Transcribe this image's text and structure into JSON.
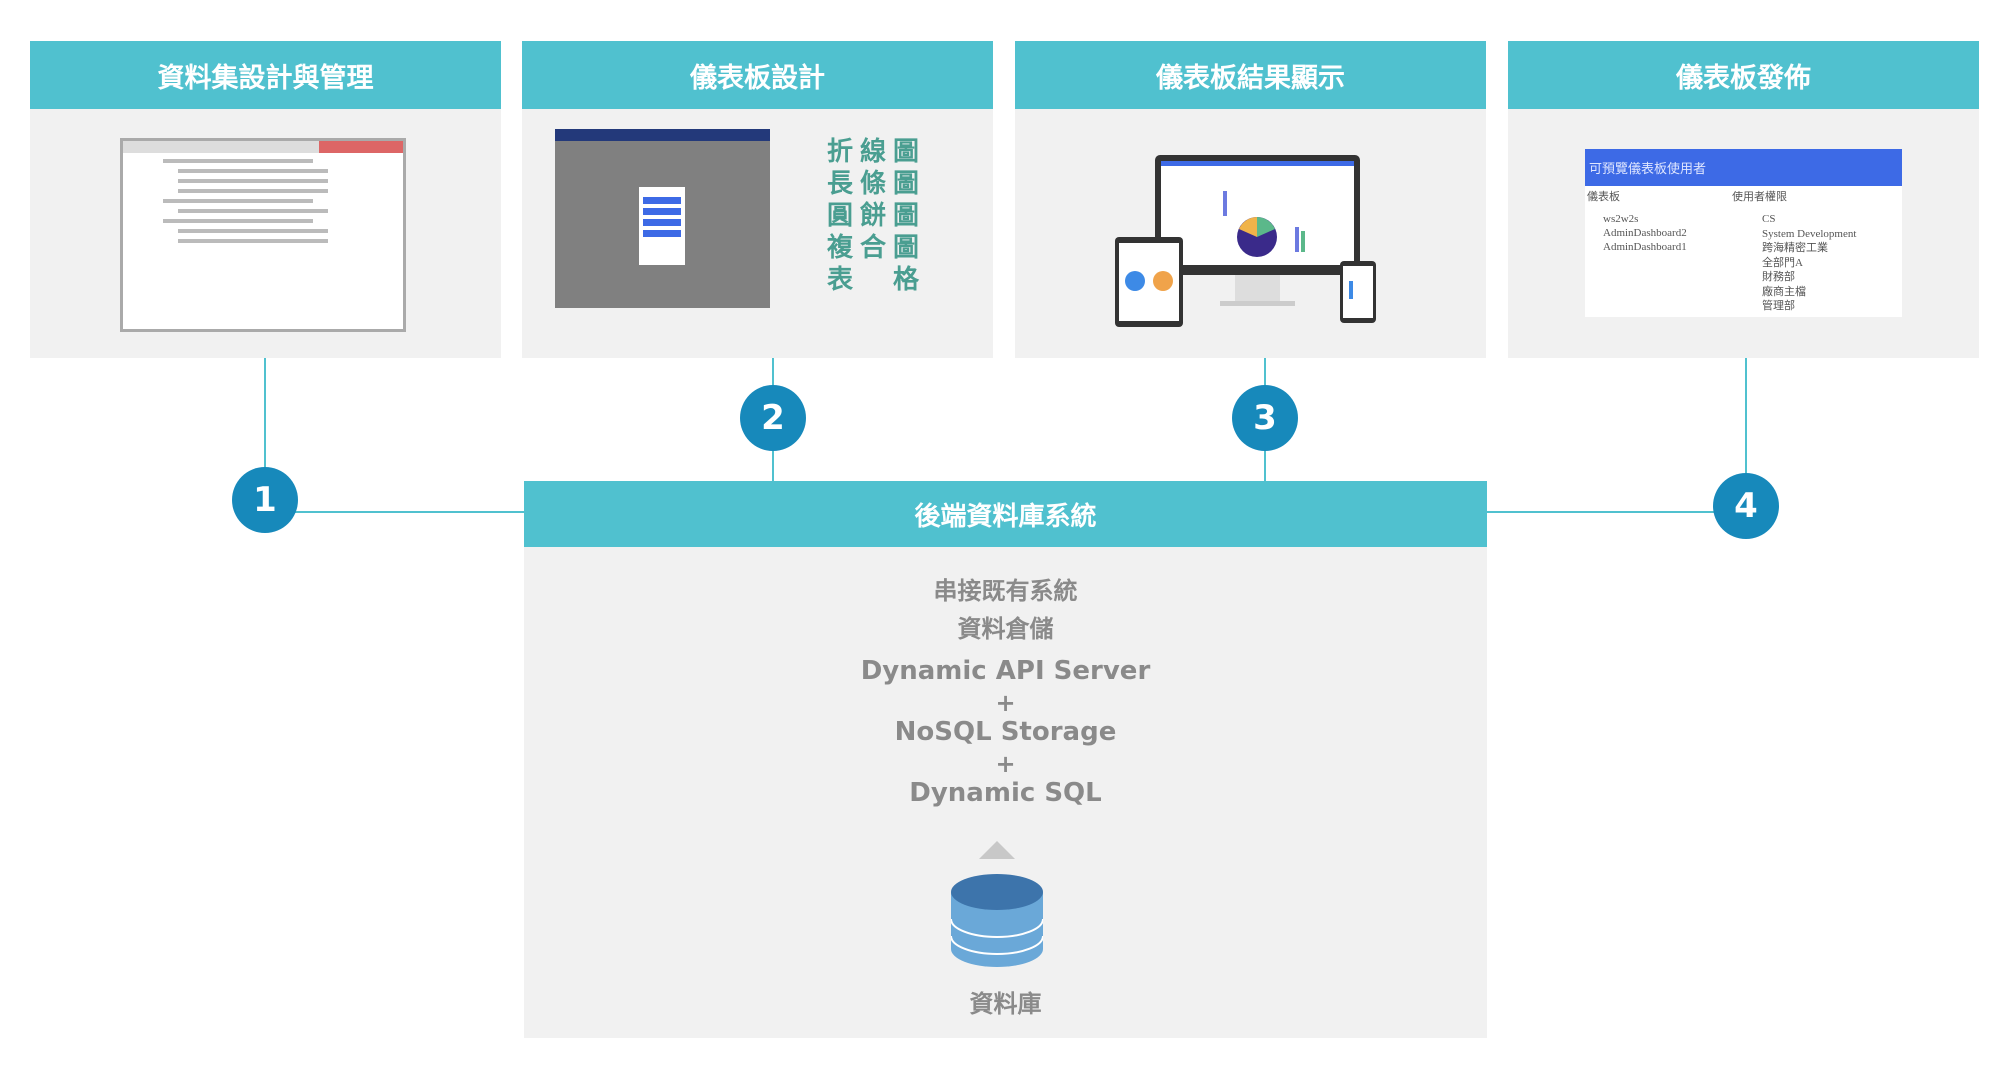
{
  "panels": [
    {
      "num": "1",
      "title": "資料集設計與管理"
    },
    {
      "num": "2",
      "title": "儀表板設計",
      "chart_types": [
        [
          "折",
          "線",
          "圖"
        ],
        [
          "長",
          "條",
          "圖"
        ],
        [
          "圓",
          "餅",
          "圖"
        ],
        [
          "複",
          "合",
          "圖"
        ],
        [
          "表",
          "",
          "格"
        ]
      ]
    },
    {
      "num": "3",
      "title": "儀表板結果顯示"
    },
    {
      "num": "4",
      "title": "儀表板發佈",
      "preview": {
        "header": "可預覽儀表板使用者",
        "col1": "儀表板",
        "col2": "使用者權限",
        "dashboards": [
          "ws2w2s",
          "AdminDashboard2",
          "AdminDashboard1"
        ],
        "groups": [
          "CS",
          "System Development",
          "跨海精密工業",
          "全部門A",
          "財務部",
          "廠商主檔",
          "管理部"
        ]
      }
    }
  ],
  "backend": {
    "title": "後端資料庫系統",
    "lines": [
      "串接既有系統",
      "資料倉儲"
    ],
    "stack": [
      "Dynamic API Server",
      "+",
      "NoSQL Storage",
      "+",
      "Dynamic SQL"
    ],
    "db_label": "資料庫"
  },
  "colors": {
    "teal": "#50c1cf",
    "badge": "#1789bb",
    "panel_bg": "#f1f1f1",
    "text_gray": "#8a8a8a"
  }
}
